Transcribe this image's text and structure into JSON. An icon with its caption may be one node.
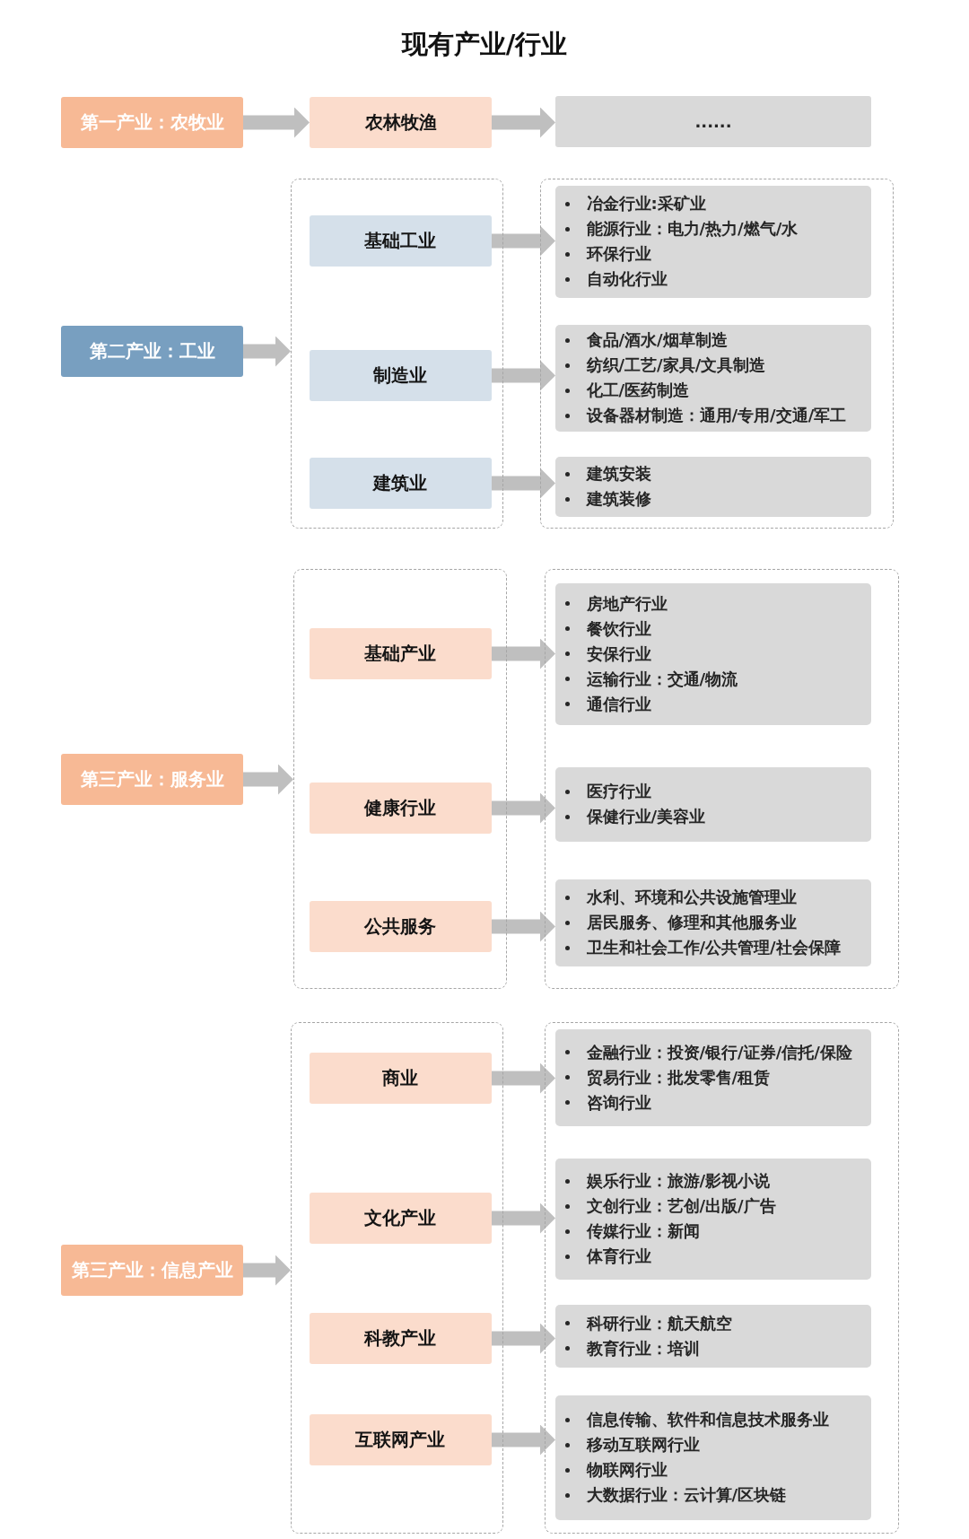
{
  "diagram": {
    "title": "现有产业/行业",
    "nodes": [
      {
        "text": [
          "第一产业：农牧业"
        ]
      },
      {
        "text": [
          "农林牧渔"
        ]
      },
      {
        "text": [
          "......"
        ]
      },
      {
        "text": [
          "第二产业：工业"
        ]
      },
      {
        "text": [],
        "shape": "box"
      },
      {
        "text": [
          "基础工业"
        ],
        "in": 4
      },
      {
        "text": [
          "制造业"
        ],
        "in": 4
      },
      {
        "text": [
          "建筑业"
        ],
        "in": 4
      },
      {
        "text": [],
        "shape": "box"
      },
      {
        "text": [
          "冶金行业:采矿业",
          "能源行业：电力/热力/燃气/水",
          "环保行业",
          "自动化行业"
        ],
        "in": 8
      },
      {
        "text": [
          "食品/酒水/烟草制造",
          "纺织/工艺/家具/文具制造",
          "化工/医药制造",
          "设备器材制造：通用/专用/交通/军工"
        ],
        "in": 8
      },
      {
        "text": [
          "建筑安装",
          "建筑装修"
        ],
        "in": 8
      },
      {
        "text": [
          "第三产业：服务业"
        ]
      },
      {
        "text": [],
        "shape": "box"
      },
      {
        "text": [
          "基础产业"
        ],
        "in": 13
      },
      {
        "text": [
          "健康行业"
        ],
        "in": 13
      },
      {
        "text": [
          "公共服务"
        ],
        "in": 13
      },
      {
        "text": [],
        "shape": "box"
      },
      {
        "text": [
          "房地产行业",
          "餐饮行业",
          "安保行业",
          "运输行业：交通/物流",
          "通信行业"
        ],
        "in": 17
      },
      {
        "text": [
          "医疗行业",
          "保健行业/美容业"
        ],
        "in": 17
      },
      {
        "text": [
          "水利、环境和公共设施管理业",
          "居民服务、修理和其他服务业",
          "卫生和社会工作/公共管理/社会保障"
        ],
        "in": 17
      },
      {
        "text": [
          "第三产业：信息产业"
        ]
      },
      {
        "text": [],
        "shape": "box"
      },
      {
        "text": [
          "商业"
        ],
        "in": 22
      },
      {
        "text": [
          "文化产业"
        ],
        "in": 22
      },
      {
        "text": [
          "科教产业"
        ],
        "in": 22
      },
      {
        "text": [
          "互联网产业"
        ],
        "in": 22
      },
      {
        "text": [],
        "shape": "box"
      },
      {
        "text": [
          "金融行业：投资/银行/证券/信托/保险",
          "贸易行业：批发零售/租赁",
          "咨询行业"
        ],
        "in": 27
      },
      {
        "text": [
          "娱乐行业：旅游/影视小说",
          "文创行业：艺创/出版/广告",
          "传媒行业：新闻",
          "体育行业"
        ],
        "in": 27
      },
      {
        "text": [
          "科研行业：航天航空",
          "教育行业：培训"
        ],
        "in": 27
      },
      {
        "text": [
          "信息传输、软件和信息技术服务业",
          "移动互联网行业",
          "物联网行业",
          "大数据行业：云计算/区块链"
        ],
        "in": 27
      }
    ],
    "edges": [
      {
        "from": 0,
        "to": 1,
        "arrow": "to"
      },
      {
        "from": 1,
        "to": 2,
        "arrow": "to"
      },
      {
        "from": 3,
        "to": 4,
        "arrow": "to"
      },
      {
        "from": 5,
        "to": 9,
        "arrow": "to"
      },
      {
        "from": 6,
        "to": 10,
        "arrow": "to"
      },
      {
        "from": 7,
        "to": 11,
        "arrow": "to"
      },
      {
        "from": 12,
        "to": 13,
        "arrow": "to"
      },
      {
        "from": 14,
        "to": 18,
        "arrow": "to"
      },
      {
        "from": 15,
        "to": 19,
        "arrow": "to"
      },
      {
        "from": 16,
        "to": 20,
        "arrow": "to"
      },
      {
        "from": 21,
        "to": 22,
        "arrow": "to"
      },
      {
        "from": 23,
        "to": 28,
        "arrow": "to"
      },
      {
        "from": 24,
        "to": 29,
        "arrow": "to"
      },
      {
        "from": 25,
        "to": 30,
        "arrow": "to"
      },
      {
        "from": 26,
        "to": 31,
        "arrow": "to"
      }
    ]
  }
}
